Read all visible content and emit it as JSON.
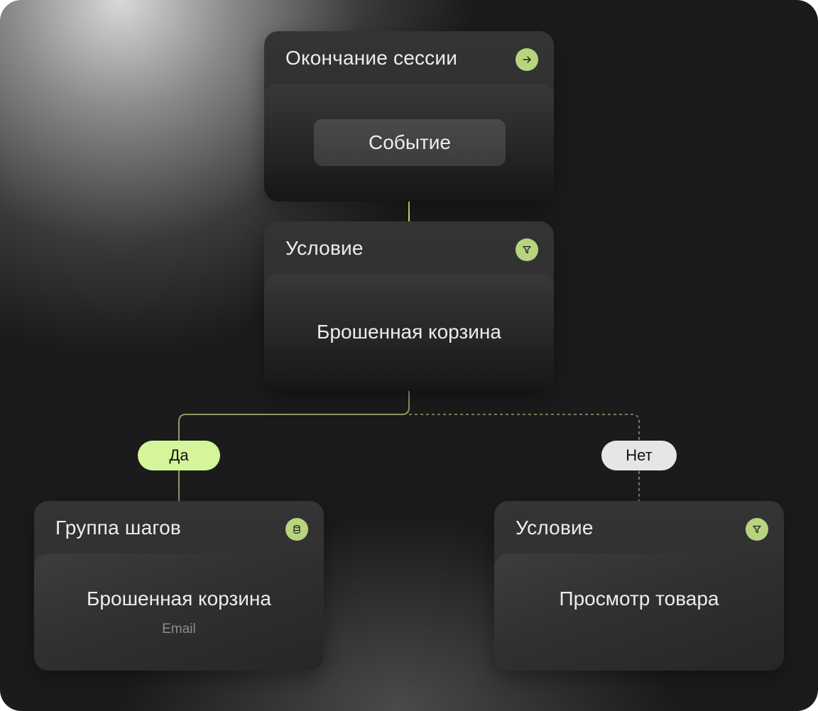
{
  "nodes": {
    "session_end": {
      "title": "Окончание сессии",
      "icon": "arrow-right-icon",
      "button_label": "Событие"
    },
    "condition_main": {
      "title": "Условие",
      "icon": "filter-icon",
      "body": "Брошенная корзина"
    },
    "step_group": {
      "title": "Группа шагов",
      "icon": "database-icon",
      "body": "Брошенная корзина",
      "subtitle": "Email"
    },
    "condition_no": {
      "title": "Условие",
      "icon": "filter-icon",
      "body": "Просмотр товара"
    }
  },
  "branches": {
    "yes_label": "Да",
    "no_label": "Нет"
  },
  "colors": {
    "accent": "#b8d47f",
    "yes_pill": "#d4f59a",
    "no_pill": "#e6e6e6",
    "yes_line": "#8e9a68",
    "no_line": "#7d7a5e"
  }
}
